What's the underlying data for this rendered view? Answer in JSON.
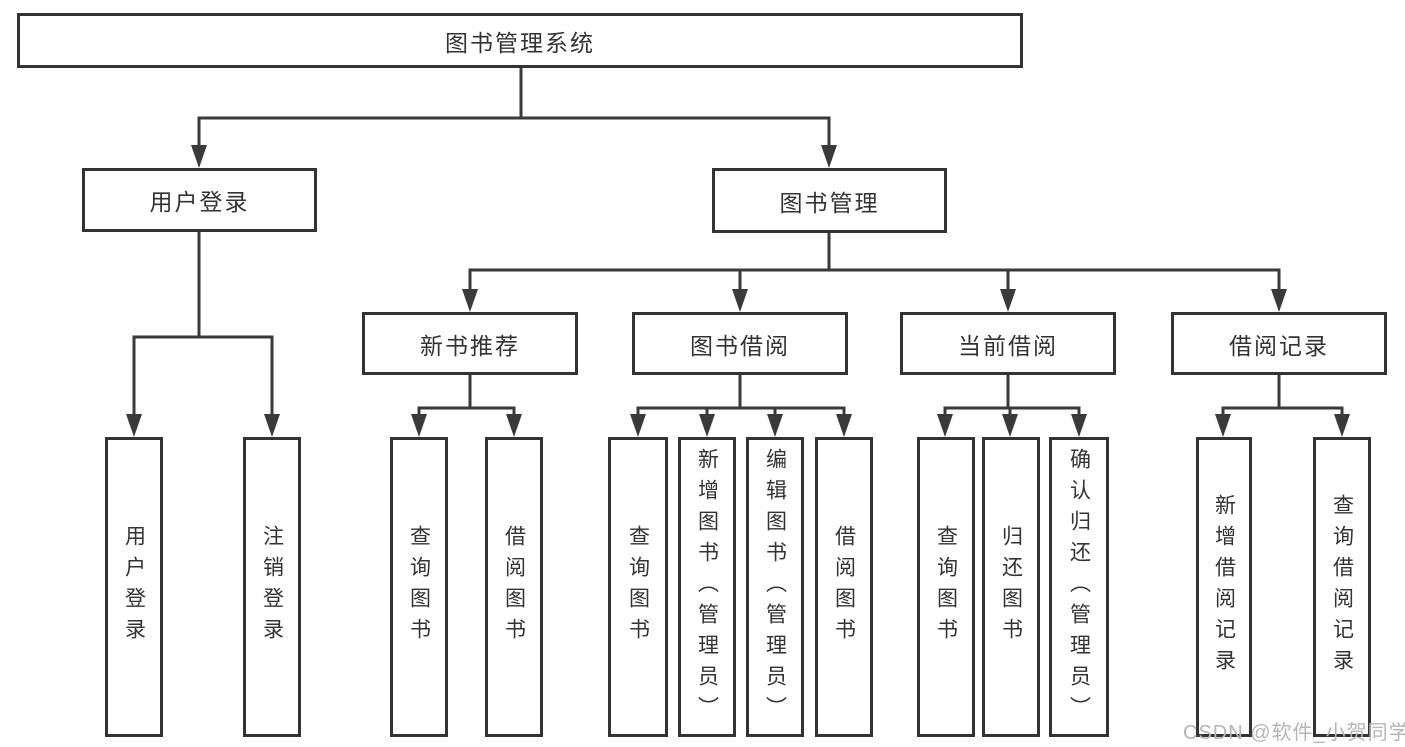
{
  "colors": {
    "background": "#ffffff",
    "line": "#3a3a3a",
    "box_border": "#333333",
    "box_fill": "#ffffff",
    "text": "#333333",
    "watermark": "#b5b5b5"
  },
  "diagram": {
    "root": {
      "label": "图书管理系统"
    },
    "level2": [
      {
        "label": "用户登录"
      },
      {
        "label": "图书管理"
      }
    ],
    "level3": [
      {
        "label": "新书推荐"
      },
      {
        "label": "图书借阅"
      },
      {
        "label": "当前借阅"
      },
      {
        "label": "借阅记录"
      }
    ],
    "leaves": {
      "user_login": [
        {
          "label": "用户登录"
        },
        {
          "label": "注销登录"
        }
      ],
      "new_book_rec": [
        {
          "label": "查询图书"
        },
        {
          "label": "借阅图书"
        }
      ],
      "book_borrow": [
        {
          "label": "查询图书"
        },
        {
          "label": "新增图书（管理员）"
        },
        {
          "label": "编辑图书（管理员）"
        },
        {
          "label": "借阅图书"
        }
      ],
      "current_borrow": [
        {
          "label": "查询图书"
        },
        {
          "label": "归还图书"
        },
        {
          "label": "确认归还（管理员）"
        }
      ],
      "borrow_records": [
        {
          "label": "新增借阅记录"
        },
        {
          "label": "查询借阅记录"
        }
      ]
    }
  },
  "watermark": {
    "text": "CSDN @软件_小贺同学"
  }
}
